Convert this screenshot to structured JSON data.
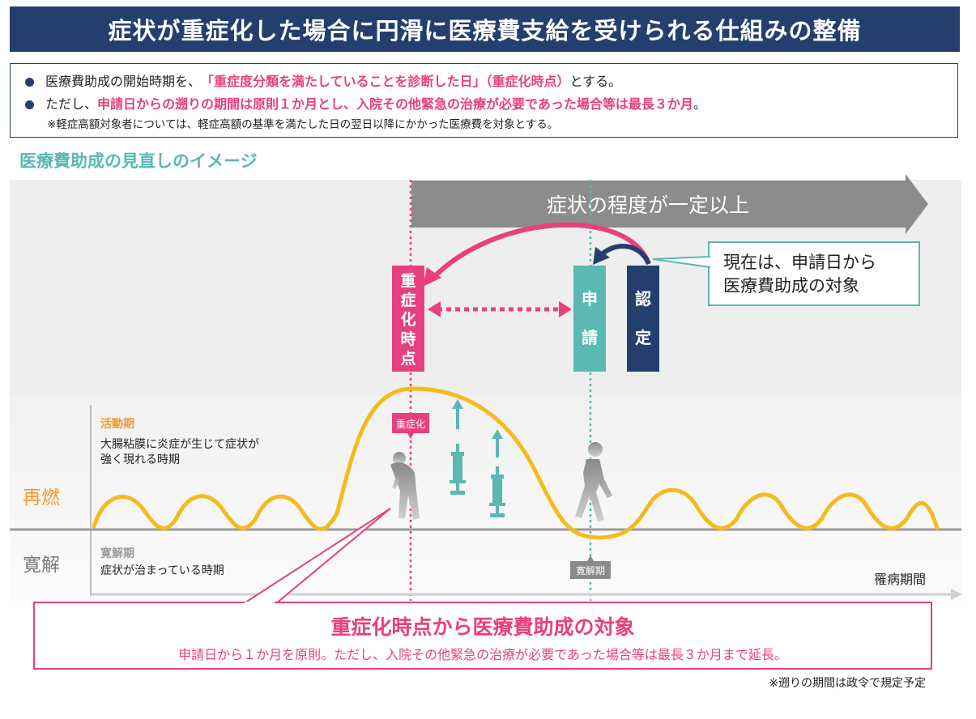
{
  "header": {
    "title": "症状が重症化した場合に円滑に医療費支給を受けられる仕組みの整備"
  },
  "summary": {
    "bullet1": {
      "prefix": "医療費助成の開始時期を、",
      "highlight": "「重症度分類を満たしていることを診断した日」（重症化時点）",
      "suffix": "とする。"
    },
    "bullet2": {
      "prefix": "ただし、",
      "highlight": "申請日からの遡りの期間は原則１か月とし、入院その他緊急の治療が必要であった場合等は最長３か月",
      "suffix": "。"
    },
    "note": "※軽症高額対象者については、軽症高額の基準を満たした日の翌日以降にかかった医療費を対象とする。"
  },
  "section_title": "医療費助成の見直しのイメージ",
  "diagram": {
    "top_arrow_label": "症状の程度が一定以上",
    "current_note_line1": "現在は、申請日から",
    "current_note_line2": "医療費助成の対象",
    "severe_point_chars": [
      "重",
      "症",
      "化",
      "時",
      "点"
    ],
    "application_chars": [
      "申",
      "請"
    ],
    "approval_chars": [
      "認",
      "定"
    ],
    "active_period_title": "活動期",
    "active_period_desc1": "大腸粘膜に炎症が生じて症状が",
    "active_period_desc2": "強く現れる時期",
    "relapse_label": "再燃",
    "remission_label": "寛解",
    "remission_period_title": "寛解期",
    "remission_period_desc": "症状が治まっている時期",
    "severe_tag": "重症化",
    "remission_tag": "寛解期",
    "x_axis_label": "罹病期間",
    "callout_title": "重症化時点から医療費助成の対象",
    "callout_desc": "申請日から１か月を原則。ただし、入院その他緊急の治療が必要であった場合等は最長３か月まで延長。",
    "footnote": "※遡りの期間は政令で規定予定"
  },
  "colors": {
    "navy": "#243f6e",
    "pink": "#e8407e",
    "teal": "#5bb8b2",
    "wave": "#f5bb1e",
    "relapse": "#f39a2b",
    "gray": "#7a7a7a"
  }
}
